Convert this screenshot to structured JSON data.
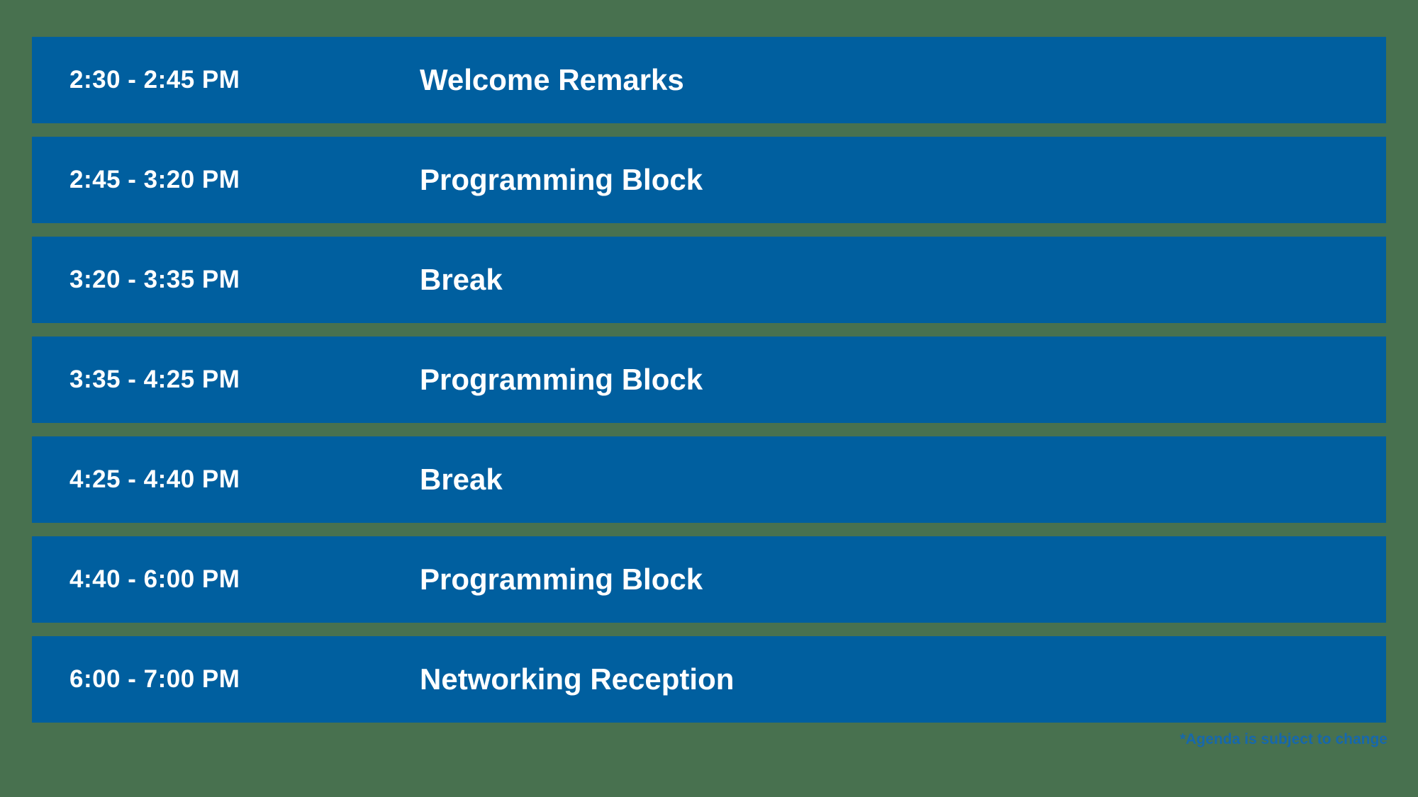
{
  "colors": {
    "background_green": "#48714F",
    "bar_blue": "#005F9F",
    "text_white": "#FFFFFF",
    "footnote_blue": "#1668AD"
  },
  "agenda": {
    "rows": [
      {
        "time": "2:30 - 2:45 PM",
        "title": "Welcome Remarks"
      },
      {
        "time": "2:45 - 3:20 PM",
        "title": "Programming Block"
      },
      {
        "time": "3:20 - 3:35 PM",
        "title": "Break"
      },
      {
        "time": "3:35 - 4:25 PM",
        "title": "Programming Block"
      },
      {
        "time": "4:25 - 4:40 PM",
        "title": "Break"
      },
      {
        "time": "4:40 - 6:00 PM",
        "title": "Programming Block"
      },
      {
        "time": "6:00 - 7:00 PM",
        "title": "Networking Reception"
      }
    ],
    "footnote": "*Agenda is subject to change"
  }
}
